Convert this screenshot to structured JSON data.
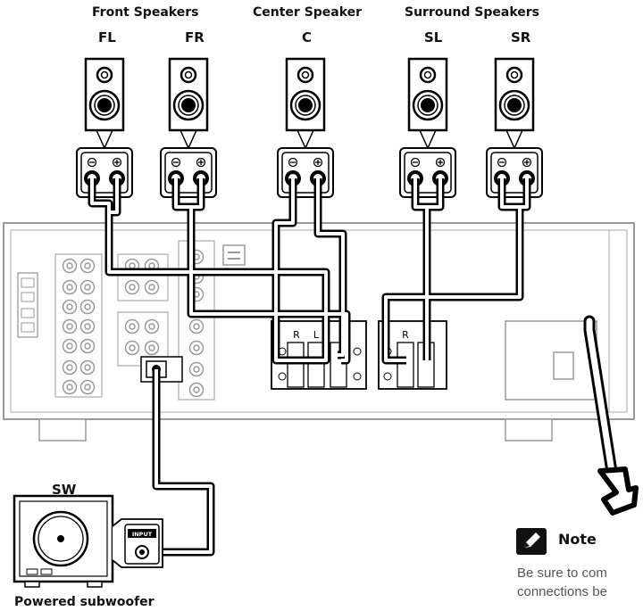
{
  "groups": {
    "front": "Front Speakers",
    "center": "Center Speaker",
    "surround": "Surround Speakers"
  },
  "channels": {
    "fl": "FL",
    "fr": "FR",
    "c": "C",
    "sl": "SL",
    "sr": "SR",
    "sw": "SW"
  },
  "terminal_labels": {
    "r": "R",
    "l": "L",
    "input": "INPUT"
  },
  "subwoofer_label": "Powered subwoofer",
  "note": {
    "title": "Note",
    "line1": "Be sure to com",
    "line2": "connections be"
  },
  "icons": [
    "speaker-icon",
    "pencil-note-icon",
    "power-cord-arrow-icon"
  ]
}
